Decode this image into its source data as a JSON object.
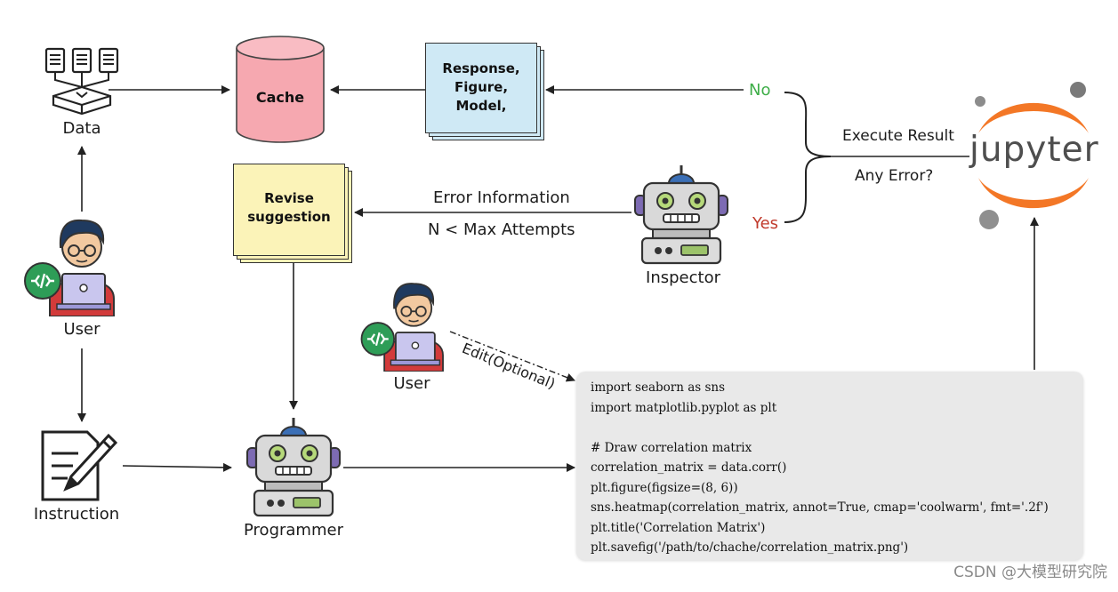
{
  "nodes": {
    "data_label": "Data",
    "cache_label": "Cache",
    "response_note": [
      "Response,",
      "Figure,",
      "Model,"
    ],
    "revise_note": [
      "Revise",
      "suggestion"
    ],
    "user_left_label": "User",
    "user_mid_label": "User",
    "instruction_label": "Instruction",
    "programmer_label": "Programmer",
    "inspector_label": "Inspector",
    "jupyter_label": "jupyter"
  },
  "edges": {
    "no_label": "No",
    "yes_label": "Yes",
    "execute_result": "Execute Result",
    "any_error": "Any Error?",
    "error_information": "Error Information",
    "max_attempts": "N < Max Attempts",
    "edit_optional": "Edit(Optional)"
  },
  "code": [
    "import seaborn as sns",
    "import matplotlib.pyplot as plt",
    "",
    "# Draw correlation matrix",
    "correlation_matrix = data.corr()",
    "plt.figure(figsize=(8, 6))",
    "sns.heatmap(correlation_matrix, annot=True, cmap='coolwarm', fmt='.2f')",
    "plt.title('Correlation Matrix')",
    "plt.savefig('/path/to/chache/correlation_matrix.png')"
  ],
  "watermark": "CSDN @大模型研究院",
  "colors": {
    "cache_fill": "#f6a8b0",
    "response_fill": "#cfe9f5",
    "revise_fill": "#fbf3b8",
    "no_color": "#3fae49",
    "yes_color": "#c0392b",
    "jupyter_orange": "#f37726",
    "code_bg": "#e9e9e9"
  }
}
